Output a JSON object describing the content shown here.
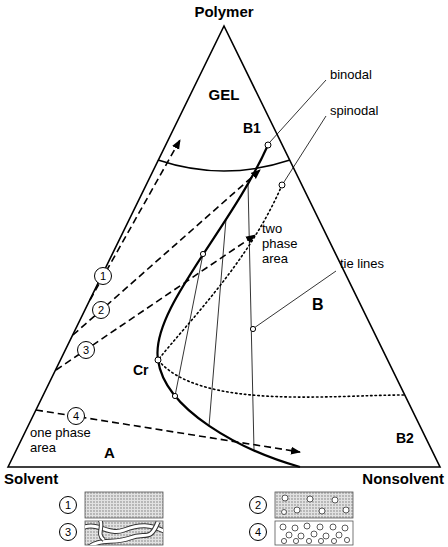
{
  "diagram": {
    "nodes": [
      {
        "text": [
          "1"
        ]
      },
      {
        "text": [
          "2"
        ]
      },
      {
        "text": [
          "3"
        ]
      },
      {
        "text": [
          "4"
        ]
      },
      {
        "text": [
          "1"
        ]
      },
      {
        "text": [
          "2"
        ]
      },
      {
        "text": [
          "3"
        ]
      },
      {
        "text": [
          "4"
        ]
      }
    ],
    "labels": [
      "Polymer",
      "GEL",
      "binodal",
      "B1",
      "spinodal",
      "two phase area",
      "B",
      "tie lines",
      "Cr",
      "one phase area",
      "A",
      "B2",
      "Solvent",
      "Nonsolvent"
    ]
  }
}
